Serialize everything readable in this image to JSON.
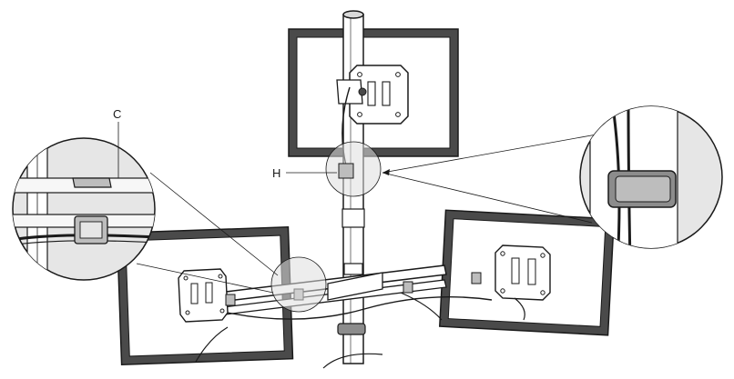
{
  "labels": {
    "c": "C",
    "h": "H"
  },
  "colors": {
    "line": "#1a1a1a",
    "monitor_frame": "#4a4a4a",
    "panel": "#ffffff",
    "zoom_fill": "#e6e6e6",
    "highlight_fill": "#dedede",
    "clip_fill": "#bdbdbd"
  },
  "icons": {
    "pole": "mounting-pole",
    "clip": "cable-clip",
    "bracket": "vesa-bracket"
  }
}
